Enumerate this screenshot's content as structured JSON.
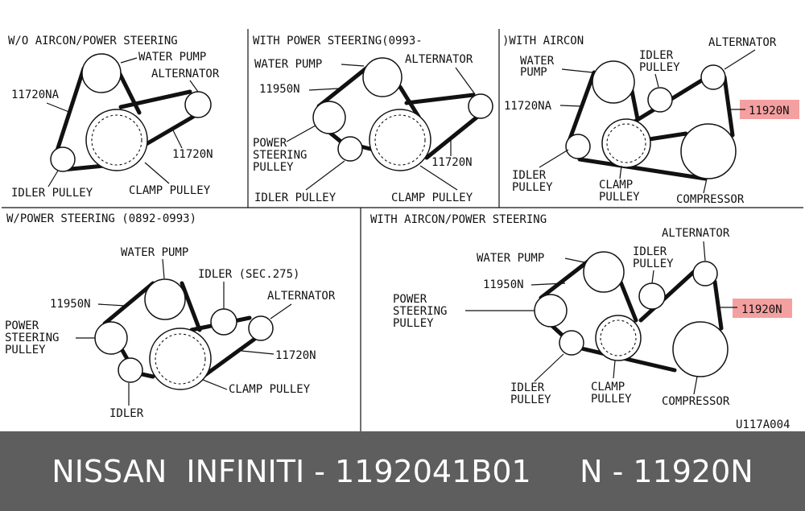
{
  "code": "U117A004",
  "footer": "NISSAN  INFINITI - 1192041B01     N - 11920N",
  "panels": {
    "p1": {
      "title": "W/O AIRCON/POWER STEERING",
      "water_pump": "WATER PUMP",
      "alternator": "ALTERNATOR",
      "belt_na": "11720NA",
      "belt_n": "11720N",
      "idler": "IDLER PULLEY",
      "clamp": "CLAMP PULLEY"
    },
    "p2": {
      "title": "WITH POWER STEERING(0993-",
      "water_pump": "WATER PUMP",
      "alternator": "ALTERNATOR",
      "belt_950": "11950N",
      "ps_1": "POWER",
      "ps_2": "STEERING",
      "ps_3": "PULLEY",
      "belt_720": "11720N",
      "idler": "IDLER PULLEY",
      "clamp": "CLAMP PULLEY"
    },
    "p3": {
      "title": ")WITH AIRCON",
      "water_1": "WATER",
      "water_2": "PUMP",
      "idler_1": "IDLER",
      "idler_2": "PULLEY",
      "alternator": "ALTERNATOR",
      "belt_na": "11720NA",
      "belt_920": "11920N",
      "idler_b1": "IDLER",
      "idler_b2": "PULLEY",
      "clamp_1": "CLAMP",
      "clamp_2": "PULLEY",
      "compressor": "COMPRESSOR"
    },
    "p4": {
      "title": "W/POWER STEERING (0892-0993)",
      "water_pump": "WATER PUMP",
      "idler_sec": "IDLER (SEC.275)",
      "alternator": "ALTERNATOR",
      "belt_950": "11950N",
      "ps_1": "POWER",
      "ps_2": "STEERING",
      "ps_3": "PULLEY",
      "belt_720": "11720N",
      "clamp": "CLAMP PULLEY",
      "idler": "IDLER"
    },
    "p5": {
      "title": "WITH AIRCON/POWER STEERING",
      "alternator": "ALTERNATOR",
      "water_pump": "WATER PUMP",
      "idler_1": "IDLER",
      "idler_2": "PULLEY",
      "belt_950": "11950N",
      "ps_1": "POWER",
      "ps_2": "STEERING",
      "ps_3": "PULLEY",
      "belt_920": "11920N",
      "idler_b1": "IDLER",
      "idler_b2": "PULLEY",
      "clamp_1": "CLAMP",
      "clamp_2": "PULLEY",
      "compressor": "COMPRESSOR"
    }
  },
  "colors": {
    "highlight": "#f4a0a0",
    "footer_bg": "#5e5e5e"
  }
}
